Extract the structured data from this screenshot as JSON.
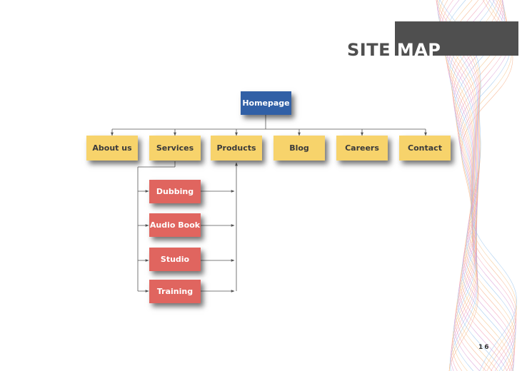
{
  "page": {
    "title_part1": "SITE ",
    "title_part2": "MAP",
    "page_number": "16"
  },
  "sitemap": {
    "root": "Homepage",
    "main_pages": [
      "About us",
      "Services",
      "Products",
      "Blog",
      "Careers",
      "Contact"
    ],
    "service_pages": [
      "Dubbing",
      "Audio Book",
      "Studio",
      "Training"
    ]
  },
  "colors": {
    "root_node": "#3160a6",
    "main_node": "#f7d36b",
    "sub_node": "#e0655f",
    "title_bar": "#4f4f4f",
    "connector": "#555555"
  },
  "decoration": {
    "type": "wave-lines",
    "palette": [
      "#f6b08a",
      "#f4c68c",
      "#9ac4ec",
      "#d89bd6",
      "#f3a1b6"
    ]
  }
}
